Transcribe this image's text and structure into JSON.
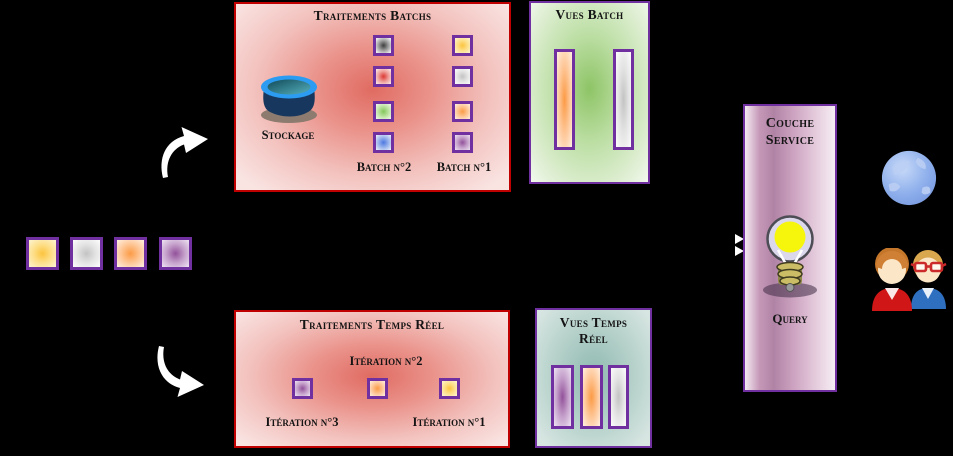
{
  "diagram": {
    "background": "#000000",
    "accent_colors": {
      "red_box_border": "#c00000",
      "purple_border": "#7030a0"
    },
    "stream": {
      "squares": [
        {
          "name": "yellow-square",
          "color": "#fcc43e"
        },
        {
          "name": "white-square",
          "color": "#e3e3e3"
        },
        {
          "name": "orange-square",
          "color": "#fb9b46"
        },
        {
          "name": "purple-square",
          "color": "#92519a"
        }
      ]
    },
    "batch_box": {
      "title": "Traitements Batchs",
      "storage_label": "Stockage",
      "batch2_label": "Batch n°2",
      "batch1_label": "Batch n°1",
      "batch2_squares": [
        "gray",
        "red",
        "green",
        "blue"
      ],
      "batch1_squares": [
        "yellow",
        "white",
        "orange",
        "purple"
      ]
    },
    "vues_batch_box": {
      "title": "Vues Batch",
      "bars": [
        "orange",
        "gray"
      ]
    },
    "realtime_box": {
      "title": "Traitements Temps Réel",
      "iteration2_label": "Itération n°2",
      "iteration3_label": "Itération n°3",
      "iteration1_label": "Itération n°1",
      "squares": [
        "purple",
        "orange",
        "yellow"
      ]
    },
    "vues_realtime_box": {
      "title_line1": "Vues Temps",
      "title_line2": "Réel",
      "bars": [
        "purple",
        "orange",
        "gray"
      ]
    },
    "service_box": {
      "title_line1": "Couche",
      "title_line2": "Service",
      "query_label": "Query"
    },
    "icons": {
      "storage": "database-cylinder",
      "query": "lightbulb",
      "web": "globe",
      "consumers": "two-users",
      "flow_up": "curved-arrow-up-right",
      "flow_down": "curved-arrow-down-right",
      "into_service": "white-arrowheads"
    }
  }
}
